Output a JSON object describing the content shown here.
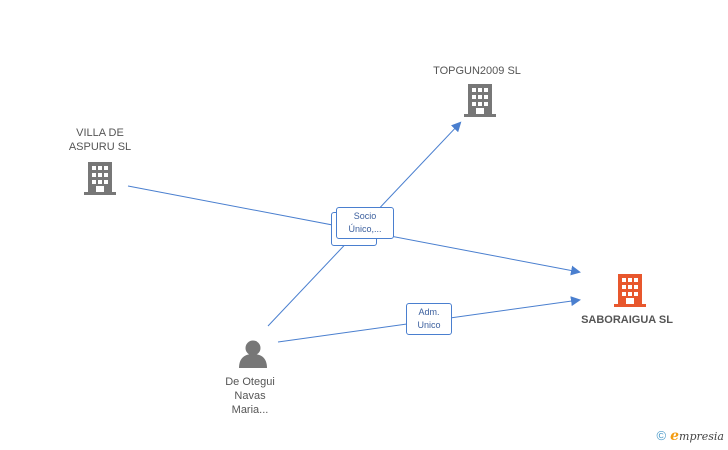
{
  "colors": {
    "edge": "#4a7fcf",
    "company_icon": "#777777",
    "focus_icon": "#e8572d",
    "person_icon": "#777777",
    "text": "#555555"
  },
  "nodes": {
    "topgun": {
      "label": "TOPGUN2009 SL",
      "icon": "building-icon"
    },
    "villa": {
      "label_line1": "VILLA DE",
      "label_line2": "ASPURU SL",
      "icon": "building-icon"
    },
    "saboraigua": {
      "label": "SABORAIGUA SL",
      "icon": "building-icon"
    },
    "person": {
      "label_line1": "De Otegui",
      "label_line2": "Navas",
      "label_line3": "Maria...",
      "icon": "person-icon"
    }
  },
  "edges": {
    "socio": {
      "line1": "Socio",
      "line2": "Único,..."
    },
    "adm": {
      "line1": "Adm.",
      "line2": "Unico"
    }
  },
  "footer": {
    "copyright": "©",
    "brand_initial": "e",
    "brand_rest": "mpresia"
  }
}
